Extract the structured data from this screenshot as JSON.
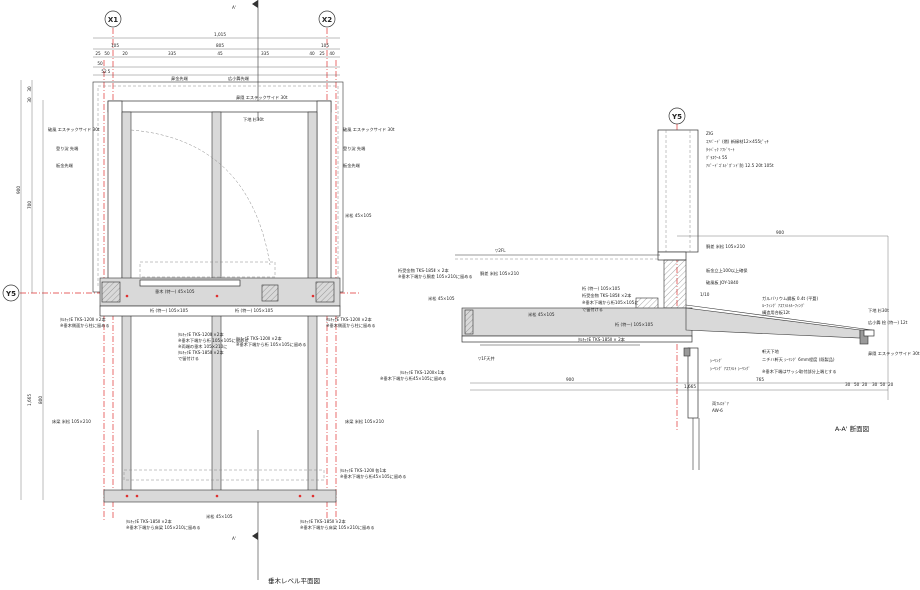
{
  "grid": {
    "x1": "X1",
    "x2": "X2",
    "y5_left": "Y5",
    "y5_right": "Y5",
    "section_mark_top": "A'",
    "section_mark_bottom": "A'"
  },
  "titles": {
    "plan": "垂木レベル平面図",
    "section": "A-A' 断面図"
  },
  "plan_dims_top": [
    "1,015",
    "805",
    "105",
    "105",
    "335",
    "45",
    "335",
    "25",
    "50",
    "20",
    "40",
    "25",
    "40",
    "50",
    "52",
    "5"
  ],
  "plan_dims_left": [
    "900",
    "700",
    "1,665",
    "800",
    "30",
    "30"
  ],
  "plan_labels": [
    "鼻金先端",
    "広小舞先端",
    "鼻隠 エステックサイド 30t",
    "破風 エステックサイド 30t",
    "下地 杉30t",
    "破風 エステックサイド 30t",
    "登り淀 先端",
    "登り淀 先端",
    "板金先端",
    "板金先端",
    "米松 45×105",
    "垂木 (特一) 45×105",
    "桁 (特一) 105×105",
    "桁 (特一) 105×105",
    "ﾀﾙｷｯｸE TKS-120Ⅱ ×2本",
    "※垂木側面から柱に留める",
    "ﾀﾙｷｯｸE TKS-120Ⅱ ×2本",
    "※垂木側面から柱に留める",
    "ﾀﾙｷｯｸE TKS-120Ⅱ ×2本",
    "※垂木下端から桁 105×105に留める",
    "※両端の垂木 105×210に",
    "ﾀﾙｷｯｸE TKS-185Ⅱ ×2本",
    "で留付ける",
    "ﾀﾙｷｯｸE TKS-120Ⅱ ×2本",
    "※垂木下端から桁 105×105に留める",
    "床梁 米松 105×210",
    "床梁 米松 105×210",
    "ﾀﾙｷｯｸE TKS-120Ⅱ 各1本",
    "※垂木下端から桁45×105に留める",
    "米松 45×105",
    "ﾀﾙｷｯｸE TKS-185Ⅱ ×2本",
    "※垂木下端から床梁 105×210に留める",
    "ﾀﾙｷｯｸE TKS-185Ⅱ ×2本",
    "※垂木下端から床梁 105×210に留める"
  ],
  "section_grid": "Y5",
  "section_dims": [
    "900",
    "900",
    "1,665",
    "765",
    "30",
    "50",
    "20",
    "30",
    "50",
    "20"
  ],
  "section_labels": [
    "ZIG",
    "ｺｱﾊﾞｰﾄﾞ (燃) 新縁材12×455ﾋﾟｯﾁ",
    "ﾀｲﾍﾞｯｸ ｿﾌﾄﾞﾘｰﾄ",
    "ｸﾞﾗｽｳｰﾙ 55",
    "ｱﾊﾟｰﾄﾞｺﾞﾙﾄﾞﾎﾞﾝﾄﾞ防 12.5 20t 105t",
    "胴差 米松 105×210",
    "胴差 米松 105×210",
    "▽2FL",
    "桁受金物 TKS-185Ⅱ × 2本",
    "※垂木下端から胴差 105×210に留める",
    "板金立上100以上確保",
    "破風板 JOY-1840",
    "米松 45×105",
    "桁 (特一) 105×105",
    "桁受金物 TKS-185Ⅱ ×2本",
    "※垂木下端から桁105×105に",
    "で留付ける",
    "米松 45×105",
    "桁 (特一) 105×105",
    "ﾀﾙｷｯｸE TKS-185Ⅱ × 2本",
    "ﾀﾙｷｯｸE TKS-120Ⅱ×1本",
    "※垂木下端から桁45×105に留める",
    "▽1F天井",
    "ガルバリウム鋼板 0.4t (平葺)",
    "ﾙｰﾌｨﾝｸﾞ ｱｽﾌｧﾙﾄﾙｰﾌｨﾝｸﾞ",
    "構造用合板12t",
    "下地 杉30t",
    "広小舞 桧 (特一) 12t",
    "鼻隠 エステックサイド 30t",
    "軒天下地",
    "ニチハ軒天 ｼｰﾘﾝｸﾞ 6mm程度 (既製品)",
    "※垂木下端はサッシ取付部分上端とする",
    "ｼｰﾘﾝｸﾞ",
    "ｼｰﾘﾝｸﾞ ｱｽﾌｧﾙﾄ ｼｰﾘﾝｸﾞ",
    "両ﾌﾚﾛﾄﾞｱ",
    "AW-6",
    "1/10"
  ]
}
